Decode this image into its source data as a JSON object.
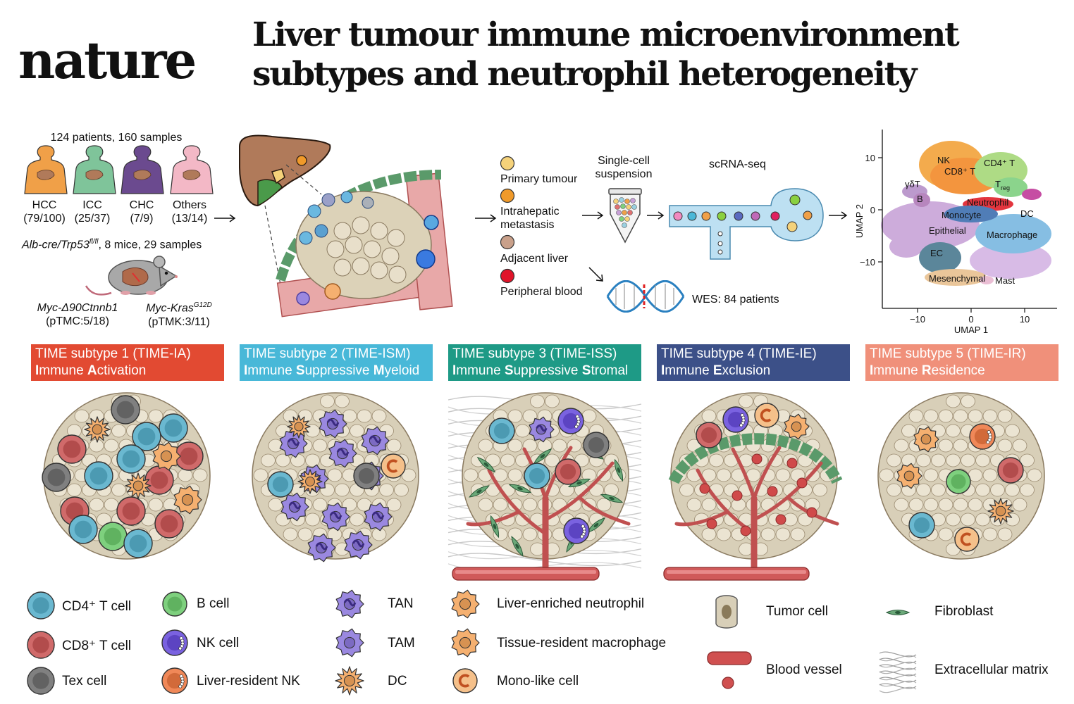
{
  "journal": "nature",
  "title_line1": "Liver tumour immune microenvironment",
  "title_line2": "subtypes and neutrophil heterogeneity",
  "cohort": {
    "patients_label": "124 patients, 160 samples",
    "groups": [
      {
        "name": "HCC",
        "count": "(79/100)",
        "color": "#f0a048"
      },
      {
        "name": "ICC",
        "count": "(25/37)",
        "color": "#7fc49a"
      },
      {
        "name": "CHC",
        "count": "(7/9)",
        "color": "#6b4a8f"
      },
      {
        "name": "Others",
        "count": "(13/14)",
        "color": "#f3b8c6"
      }
    ],
    "mouse_label_italic": "Alb-cre/Trp53",
    "mouse_label_sup": "fl/fl",
    "mouse_label_rest": ", 8 mice, 29 samples",
    "model1_name": "Myc-Δ90Ctnnb1",
    "model1_count": "(pTMC:5/18)",
    "model2_name": "Myc-Kras",
    "model2_sup": "G12D",
    "model2_count": "(pTMK:3/11)"
  },
  "samples": [
    {
      "label": "Primary tumour",
      "color": "#f5d27a"
    },
    {
      "label": "Intrahepatic metastasis",
      "color": "#f09a2a"
    },
    {
      "label": "Adjacent liver",
      "color": "#c9a08a"
    },
    {
      "label": "Peripheral blood",
      "color": "#e0142a"
    }
  ],
  "workflow": {
    "suspension_line1": "Single-cell",
    "suspension_line2": "suspension",
    "scrna": "scRNA-seq",
    "wes": "WES: 84 patients"
  },
  "umap": {
    "xlabel": "UMAP 1",
    "ylabel": "UMAP 2",
    "xticks": [
      "−10",
      "0",
      "10"
    ],
    "yticks": [
      "10",
      "0",
      "−10"
    ],
    "clusters": [
      {
        "label": "NK",
        "color": "#f2a23a"
      },
      {
        "label": "CD8⁺ T",
        "color": "#f28a2a"
      },
      {
        "label": "CD4⁺ T",
        "color": "#a6d878"
      },
      {
        "label": "γδT",
        "color": "#b590c8"
      },
      {
        "label": "T",
        "sub": "reg",
        "color": "#7fd080"
      },
      {
        "label": "B",
        "color": "#b07ab8"
      },
      {
        "label": "Neutrophil",
        "color": "#e0202a"
      },
      {
        "label": "Monocyte",
        "color": "#3e70b0"
      },
      {
        "label": "DC",
        "color": "#c03a9a"
      },
      {
        "label": "Epithelial",
        "color": "#c8a4d8"
      },
      {
        "label": "Macrophage",
        "color": "#7ab8e0"
      },
      {
        "label": "EC",
        "color": "#4a7a90"
      },
      {
        "label": "Mesenchymal",
        "color": "#e8c090"
      },
      {
        "label": "Mast",
        "color": "#e8b8d0"
      }
    ]
  },
  "subtypes": [
    {
      "line1": "TIME subtype 1 (TIME-IA)",
      "l2a": "I",
      "l2b": "mmune ",
      "l2c": "A",
      "l2d": "ctivation",
      "l2e": "",
      "l2f": "",
      "color": "#e24a32"
    },
    {
      "line1": "TIME subtype 2 (TIME-ISM)",
      "l2a": "I",
      "l2b": "mmune ",
      "l2c": "S",
      "l2d": "uppressive ",
      "l2e": "M",
      "l2f": "yeloid",
      "color": "#48b8d8"
    },
    {
      "line1": "TIME subtype 3 (TIME-ISS)",
      "l2a": "I",
      "l2b": "mmune ",
      "l2c": "S",
      "l2d": "uppressive ",
      "l2e": "S",
      "l2f": "tromal",
      "color": "#1e9a86"
    },
    {
      "line1": "TIME subtype 4 (TIME-IE)",
      "l2a": "I",
      "l2b": "mmune ",
      "l2c": "E",
      "l2d": "xclusion",
      "l2e": "",
      "l2f": "",
      "color": "#3c5088"
    },
    {
      "line1": "TIME subtype 5 (TIME-IR)",
      "l2a": "I",
      "l2b": "mmune ",
      "l2c": "R",
      "l2d": "esidence",
      "l2e": "",
      "l2f": "",
      "color": "#f0907a"
    }
  ],
  "legend": [
    {
      "label": "CD4⁺ T cell",
      "icon": "cd4-t-cell-icon",
      "color": "#6ab8d0"
    },
    {
      "label": "CD8⁺ T cell",
      "icon": "cd8-t-cell-icon",
      "color": "#d06a6a"
    },
    {
      "label": "Tex cell",
      "icon": "tex-cell-icon",
      "color": "#808080"
    },
    {
      "label": "B cell",
      "icon": "b-cell-icon",
      "color": "#7ed07e"
    },
    {
      "label": "NK cell",
      "icon": "nk-cell-icon",
      "color": "#7a62e0"
    },
    {
      "label": "Liver-resident NK",
      "icon": "liver-resident-nk-icon",
      "color": "#f08858"
    },
    {
      "label": "TAN",
      "icon": "tan-icon",
      "color": "#9a88e0"
    },
    {
      "label": "TAM",
      "icon": "tam-icon",
      "color": "#9a88e0"
    },
    {
      "label": "DC",
      "icon": "dc-icon",
      "color": "#f5b070"
    },
    {
      "label": "Liver-enriched neutrophil",
      "icon": "liver-enriched-neutrophil-icon",
      "color": "#f5b070"
    },
    {
      "label": "Tissue-resident macrophage",
      "icon": "tissue-resident-macrophage-icon",
      "color": "#f5b070"
    },
    {
      "label": "Mono-like cell",
      "icon": "mono-like-cell-icon",
      "color": "#f5b070"
    },
    {
      "label": "Tumor cell",
      "icon": "tumor-cell-icon",
      "color": "#d8cfb8"
    },
    {
      "label": "Blood vessel",
      "icon": "blood-vessel-icon",
      "color": "#d05050"
    },
    {
      "label": "Fibroblast",
      "icon": "fibroblast-icon",
      "color": "#5a9a6a"
    },
    {
      "label": "Extracellular matrix",
      "icon": "extracellular-matrix-icon",
      "color": "#999999"
    }
  ]
}
